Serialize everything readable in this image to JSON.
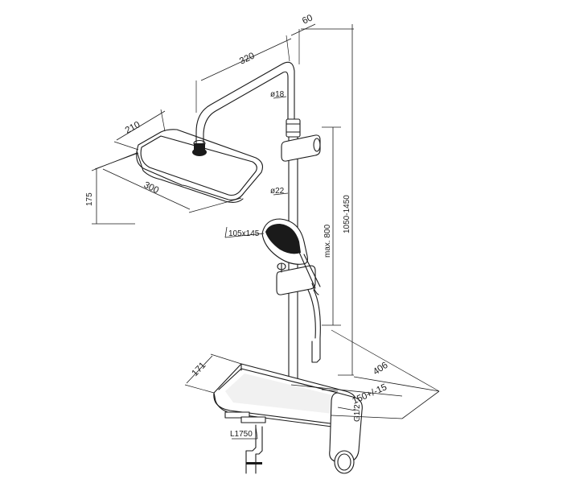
{
  "labels": {
    "head_width": "210",
    "head_depth": "300",
    "head_height": "175",
    "arm_length": "320",
    "arm_offset": "60",
    "arm_diameter": "ø18",
    "rail_diameter": "ø22",
    "total_height": "1050-1450",
    "hand_shower_size": "105x145",
    "slider_travel": "max. 800",
    "shelf_width": "171",
    "depth": "406",
    "connection_spacing": "150+/-15",
    "thread": "G1/2",
    "hose_length": "L1750"
  }
}
